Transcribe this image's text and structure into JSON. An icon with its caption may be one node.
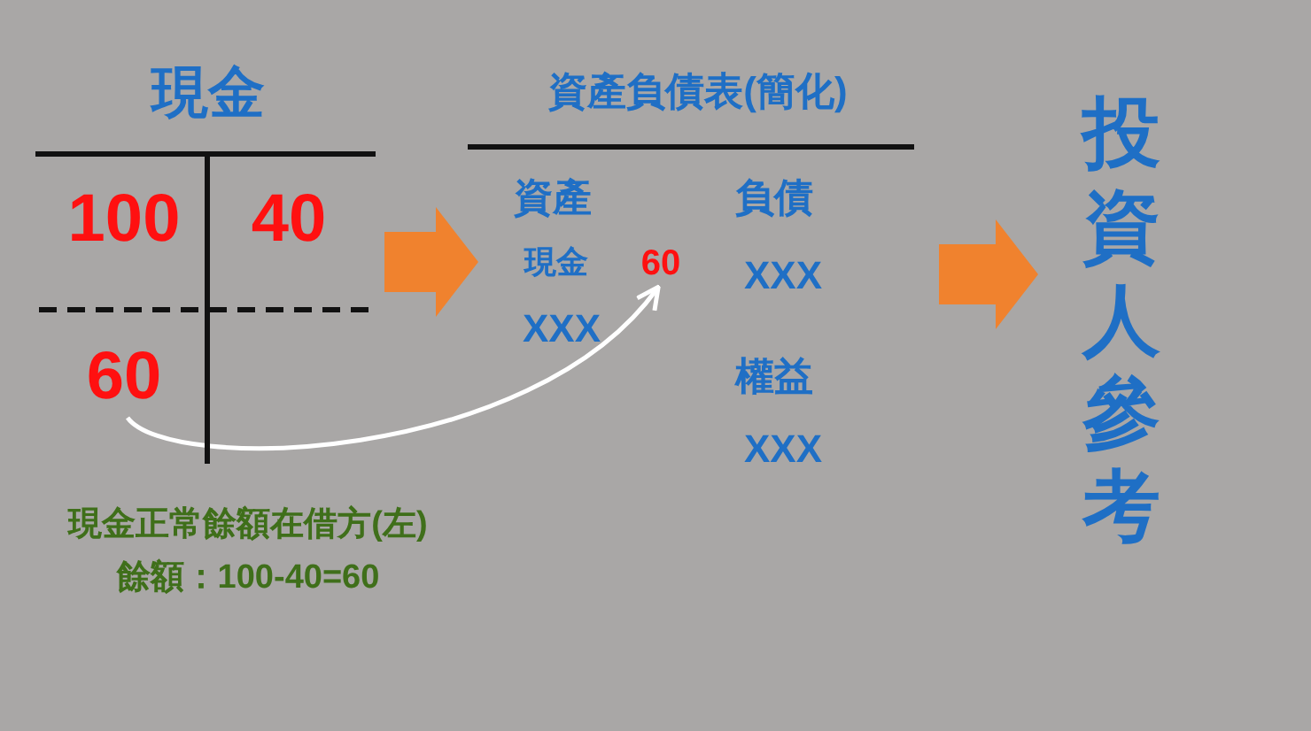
{
  "diagram": {
    "nodes": [
      {
        "text": [
          "現金"
        ]
      },
      {
        "text": [
          "100"
        ],
        "in": 0
      },
      {
        "text": [
          "40"
        ],
        "in": 0
      },
      {
        "text": [
          "60"
        ],
        "in": 0
      },
      {
        "text": [
          "資產負債表(簡化)"
        ]
      },
      {
        "text": [
          "60"
        ],
        "in": 4
      },
      {
        "text": [
          "投資人參考"
        ]
      }
    ],
    "edges": [
      {
        "from": 0,
        "to": 4,
        "arrow": "to",
        "style": "thick"
      },
      {
        "from": 3,
        "to": 5,
        "arrow": "to",
        "color": "#ffffff"
      },
      {
        "from": 4,
        "to": 6,
        "arrow": "to",
        "style": "thick"
      }
    ],
    "labels": [
      "資產",
      "負債",
      "現金",
      "XXX",
      "XXX",
      "權益",
      "XXX",
      "現金正常餘額在借方(左)",
      "餘額：100-40=60"
    ]
  }
}
